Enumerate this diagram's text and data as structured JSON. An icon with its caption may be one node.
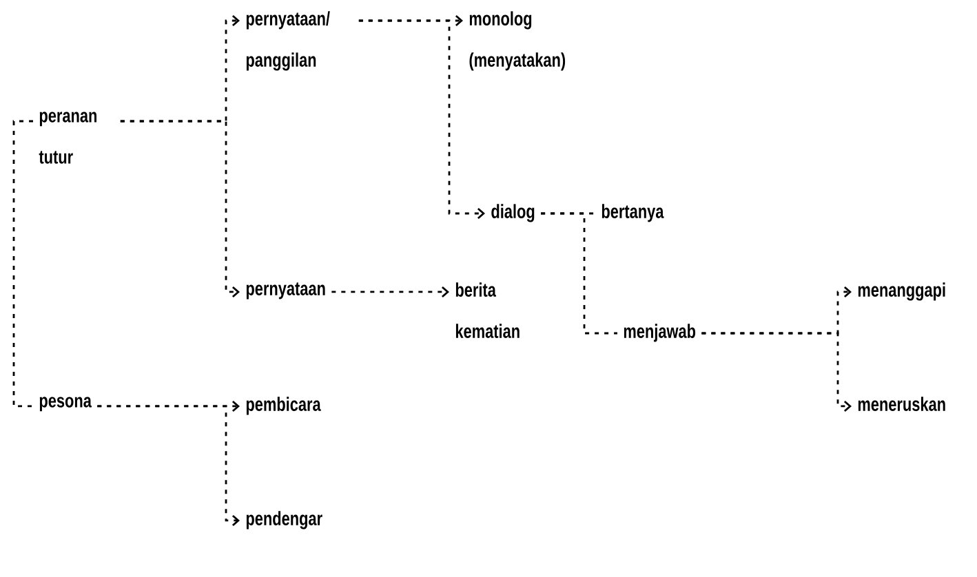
{
  "diagram": {
    "nodes": [
      {
        "text": [
          "peranan tutur"
        ]
      },
      {
        "text": [
          "pernyataan/ panggilan"
        ]
      },
      {
        "text": [
          "monolog (menyatakan)"
        ]
      },
      {
        "text": [
          "dialog"
        ]
      },
      {
        "text": [
          "bertanya"
        ]
      },
      {
        "text": [
          "menjawab"
        ]
      },
      {
        "text": [
          "menanggapi"
        ]
      },
      {
        "text": [
          "meneruskan"
        ]
      },
      {
        "text": [
          "pernyataan"
        ]
      },
      {
        "text": [
          "berita kematian"
        ]
      },
      {
        "text": [
          "pesona"
        ]
      },
      {
        "text": [
          "pembicara"
        ]
      },
      {
        "text": [
          "pendengar"
        ]
      }
    ],
    "edges": [
      {
        "from": 0,
        "to": 1,
        "arrow": "to"
      },
      {
        "from": 0,
        "to": 8,
        "arrow": "to"
      },
      {
        "from": 1,
        "to": 2,
        "arrow": "to"
      },
      {
        "from": 1,
        "to": 3,
        "arrow": "to"
      },
      {
        "from": 3,
        "to": 4,
        "arrow": "none"
      },
      {
        "from": 3,
        "to": 5,
        "arrow": "none"
      },
      {
        "from": 5,
        "to": 6,
        "arrow": "to"
      },
      {
        "from": 5,
        "to": 7,
        "arrow": "to"
      },
      {
        "from": 8,
        "to": 9,
        "arrow": "to"
      },
      {
        "from": 10,
        "to": 11,
        "arrow": "to"
      },
      {
        "from": 10,
        "to": 12,
        "arrow": "to"
      },
      {
        "from": 0,
        "to": 10,
        "arrow": "none"
      }
    ]
  }
}
